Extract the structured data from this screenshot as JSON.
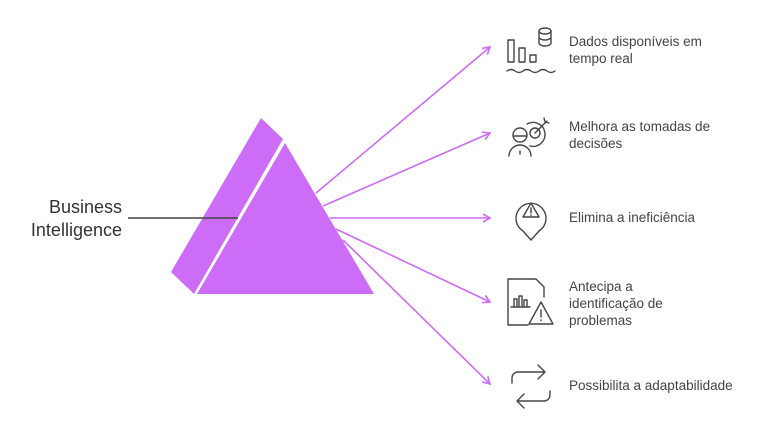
{
  "title_lines": [
    "Business",
    "Intelligence"
  ],
  "accent": "#cc6cf7",
  "items": [
    {
      "icon": "data-database-icon",
      "lines": [
        "Dados disponíveis em",
        "tempo real"
      ]
    },
    {
      "icon": "decision-target-icon",
      "lines": [
        "Melhora as tomadas de",
        "decisões"
      ]
    },
    {
      "icon": "warning-pin-icon",
      "lines": [
        "Elimina a ineficiência"
      ]
    },
    {
      "icon": "report-warning-icon",
      "lines": [
        "Antecipa a",
        "identificação de",
        "problemas"
      ]
    },
    {
      "icon": "exchange-arrows-icon",
      "lines": [
        "Possibilita a adaptabilidade"
      ]
    }
  ]
}
